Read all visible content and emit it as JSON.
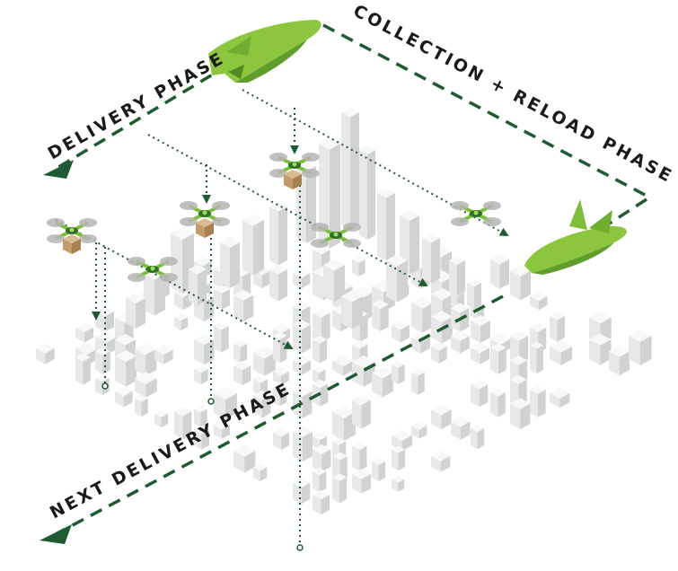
{
  "labels": {
    "delivery": "DELIVERY PHASE",
    "collection": "COLLECTION + RELOAD PHASE",
    "next": "NEXT DELIVERY PHASE"
  },
  "colors": {
    "path": "#1e5a32",
    "ship_light": "#8cc63f",
    "ship_dark": "#5f9e2a",
    "drone_arm": "#7cbf3a",
    "drone_body": "#2e6f2a",
    "package": "#c9a47a",
    "building": "#f2f2f2",
    "building_side": "#d9d9d9",
    "building_shadow": "#c4c4c4"
  },
  "icons": [
    "mothership-icon",
    "drone-icon",
    "package-icon",
    "building-icon",
    "arrow-icon"
  ]
}
